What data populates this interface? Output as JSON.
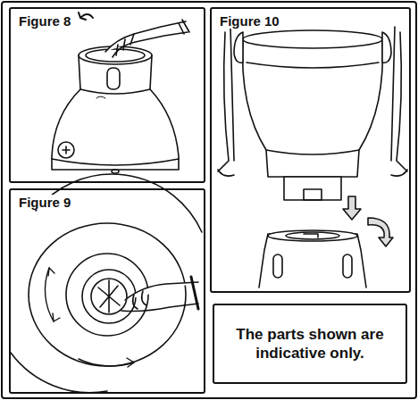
{
  "diagram": {
    "nodes": [
      {
        "text": [
          "Figure 8"
        ]
      },
      {
        "text": [
          "Figure 10"
        ]
      },
      {
        "text": [
          "Figure 9"
        ]
      },
      {
        "text": [
          "The parts shown are indicative only."
        ]
      }
    ]
  }
}
